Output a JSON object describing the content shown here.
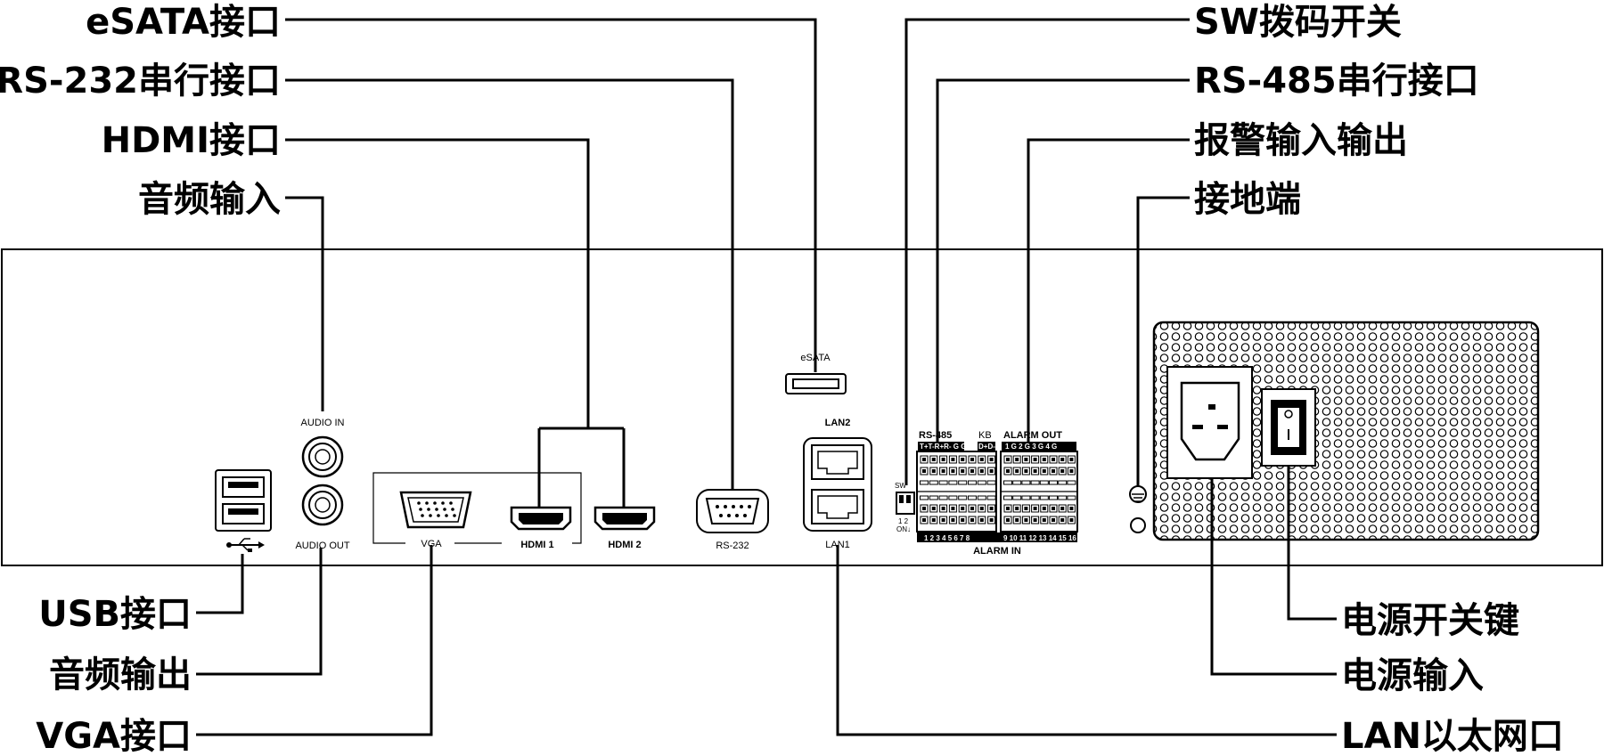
{
  "callouts": {
    "esata": "eSATA接口",
    "rs232": "RS-232串行接口",
    "hdmi": "HDMI接口",
    "audio_in": "音频输入",
    "usb": "USB接口",
    "audio_out": "音频输出",
    "vga": "VGA接口",
    "sw": "SW拨码开关",
    "rs485": "RS-485串行接口",
    "alarm": "报警输入输出",
    "ground": "接地端",
    "power_switch": "电源开关键",
    "power_input": "电源输入",
    "lan": "LAN以太网口"
  },
  "panel": {
    "esata": "eSATA",
    "lan2": "LAN2",
    "lan1": "LAN1",
    "audio_in": "AUDIO IN",
    "audio_out": "AUDIO OUT",
    "vga": "VGA",
    "hdmi1": "HDMI 1",
    "hdmi2": "HDMI 2",
    "rs232": "RS-232",
    "rs485": "RS-485",
    "kb": "KB",
    "alarm_out": "ALARM OUT",
    "alarm_in": "ALARM IN",
    "sw": "SW",
    "rs485_pins": "T+T-R+R- G G",
    "kb_pins": "D+D-",
    "alarm_out_pins": "1 G 2 G 3 G 4 G",
    "alarm_in_pins_a": "1 2 3 4 5 6 7 8",
    "alarm_in_pins_b": "9 10 11 12 13 14 15 16"
  }
}
